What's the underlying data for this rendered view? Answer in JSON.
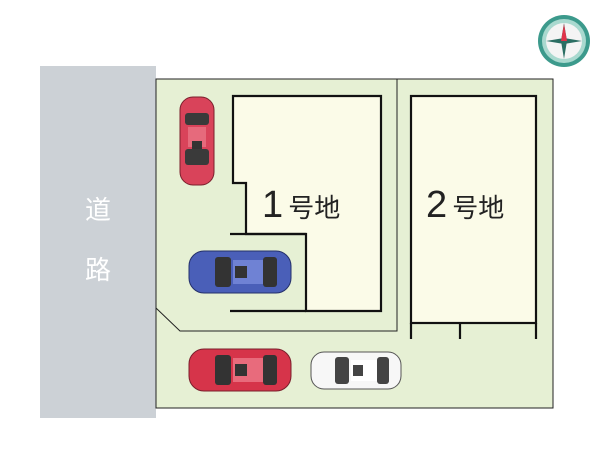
{
  "road": {
    "chars": [
      "道",
      "路"
    ],
    "label": "道路"
  },
  "lots": [
    {
      "number": "1",
      "suffix": "号地"
    },
    {
      "number": "2",
      "suffix": "号地"
    }
  ],
  "cars": [
    {
      "name": "red-car-vertical",
      "color": "#d9435a",
      "orientation": "vertical"
    },
    {
      "name": "blue-car",
      "color": "#4a5fb8",
      "orientation": "horizontal"
    },
    {
      "name": "red-car-bottom",
      "color": "#d6344a",
      "orientation": "horizontal"
    },
    {
      "name": "white-car",
      "color": "#f5f5f5",
      "orientation": "horizontal"
    }
  ],
  "compass": {
    "icon": "compass-icon",
    "direction": "N"
  },
  "colors": {
    "road": "#ccd1d6",
    "site_background": "#e6f0d4",
    "lot_fill": "#fbfbe8",
    "lines": "#111111"
  }
}
